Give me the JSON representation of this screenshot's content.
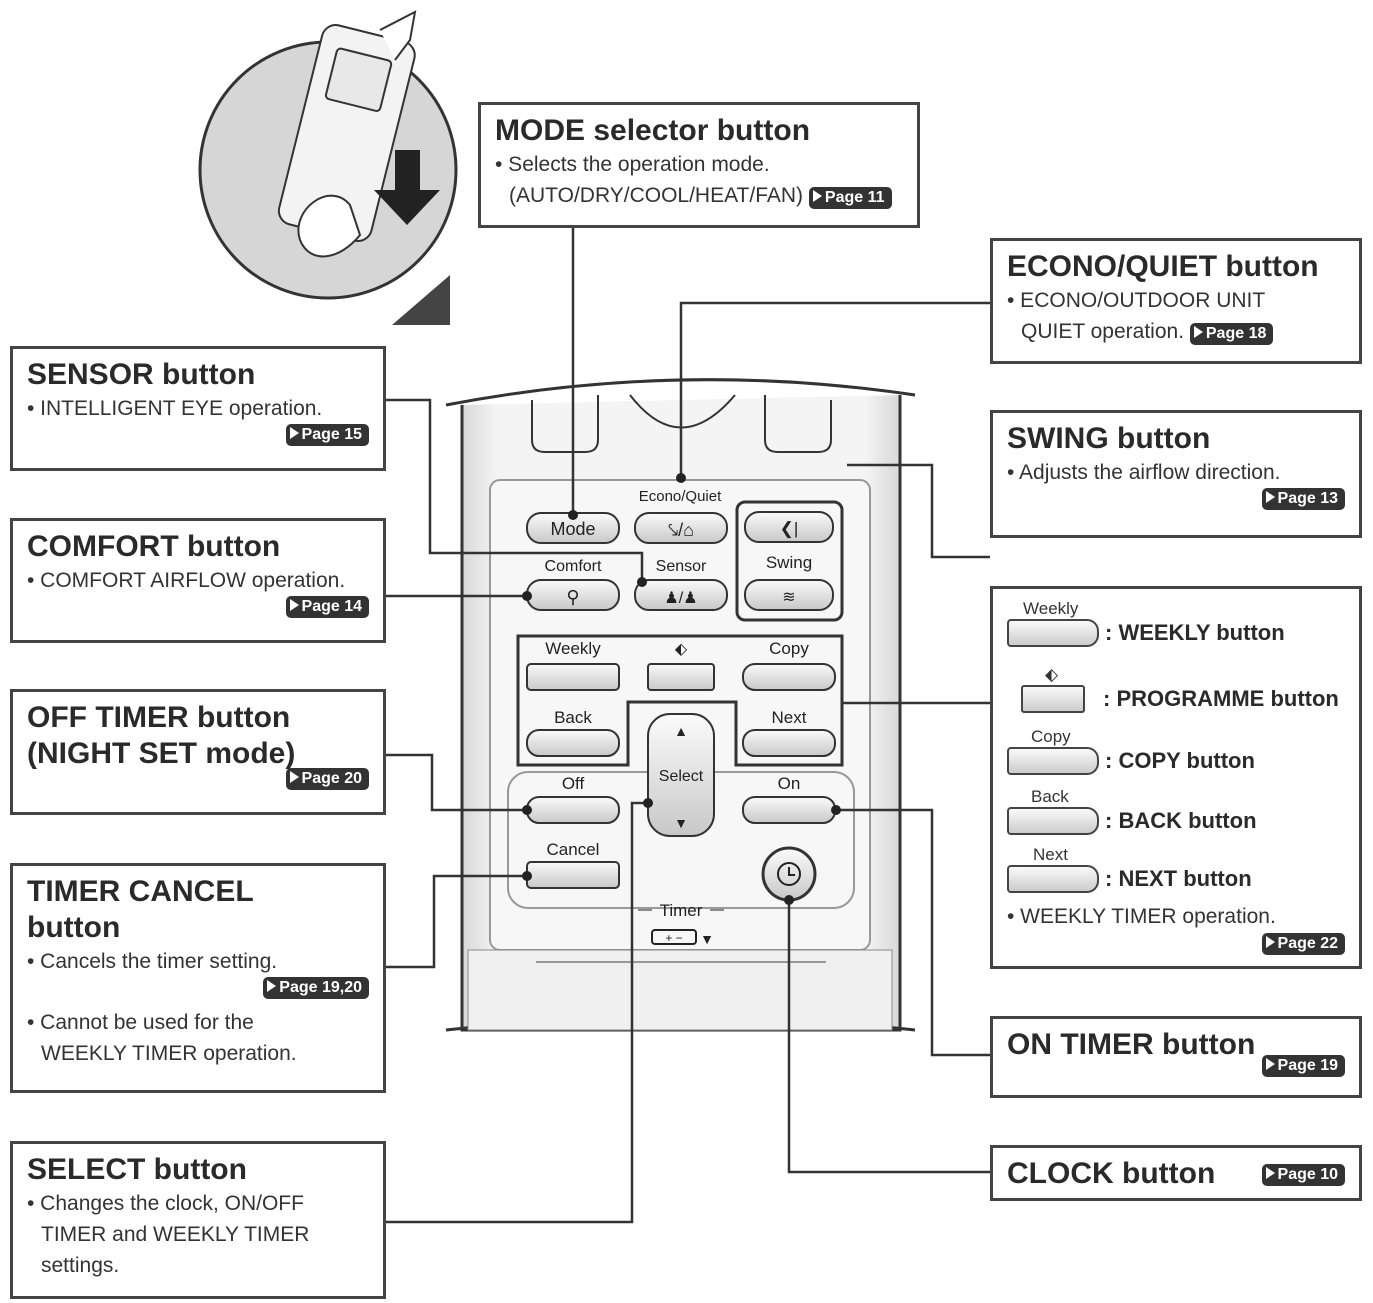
{
  "mode": {
    "title": "MODE selector button",
    "desc1": "• Selects the operation mode.",
    "desc2": "(AUTO/DRY/COOL/HEAT/FAN)",
    "page": "Page 11"
  },
  "econo": {
    "title": "ECONO/QUIET button",
    "desc1": "• ECONO/OUTDOOR UNIT",
    "desc2": "QUIET operation.",
    "page": "Page 18"
  },
  "sensor": {
    "title": "SENSOR button",
    "desc1": "• INTELLIGENT EYE operation.",
    "page": "Page 15"
  },
  "swing": {
    "title": "SWING button",
    "desc1": "• Adjusts the airflow direction.",
    "page": "Page 13"
  },
  "comfort": {
    "title": "COMFORT button",
    "desc1": "• COMFORT AIRFLOW operation.",
    "page": "Page 14"
  },
  "weekly": {
    "items": [
      {
        "label": "Weekly",
        "text": ": WEEKLY button"
      },
      {
        "label": "",
        "text": ": PROGRAMME button"
      },
      {
        "label": "Copy",
        "text": ": COPY button"
      },
      {
        "label": "Back",
        "text": ": BACK button"
      },
      {
        "label": "Next",
        "text": ": NEXT button"
      }
    ],
    "desc": "• WEEKLY TIMER operation.",
    "page": "Page 22"
  },
  "offtimer": {
    "title1": "OFF TIMER button",
    "title2": "(NIGHT SET mode)",
    "page": "Page 20"
  },
  "cancel": {
    "title1": "TIMER CANCEL",
    "title2": "button",
    "desc1": "• Cancels the timer setting.",
    "page": "Page 19,20",
    "desc2": "• Cannot be used for the",
    "desc3": "WEEKLY TIMER operation."
  },
  "ontimer": {
    "title": "ON TIMER button",
    "page": "Page 19"
  },
  "select": {
    "title": "SELECT button",
    "desc1": "• Changes the clock, ON/OFF",
    "desc2": "TIMER and WEEKLY TIMER",
    "desc3": "settings."
  },
  "clock": {
    "title": "CLOCK button",
    "page": "Page 10"
  },
  "remote": {
    "econo_quiet": "Econo/Quiet",
    "mode": "Mode",
    "comfort": "Comfort",
    "sensor": "Sensor",
    "swing": "Swing",
    "weekly": "Weekly",
    "copy": "Copy",
    "back": "Back",
    "next": "Next",
    "select": "Select",
    "off": "Off",
    "on": "On",
    "cancel": "Cancel",
    "timer": "Timer"
  }
}
